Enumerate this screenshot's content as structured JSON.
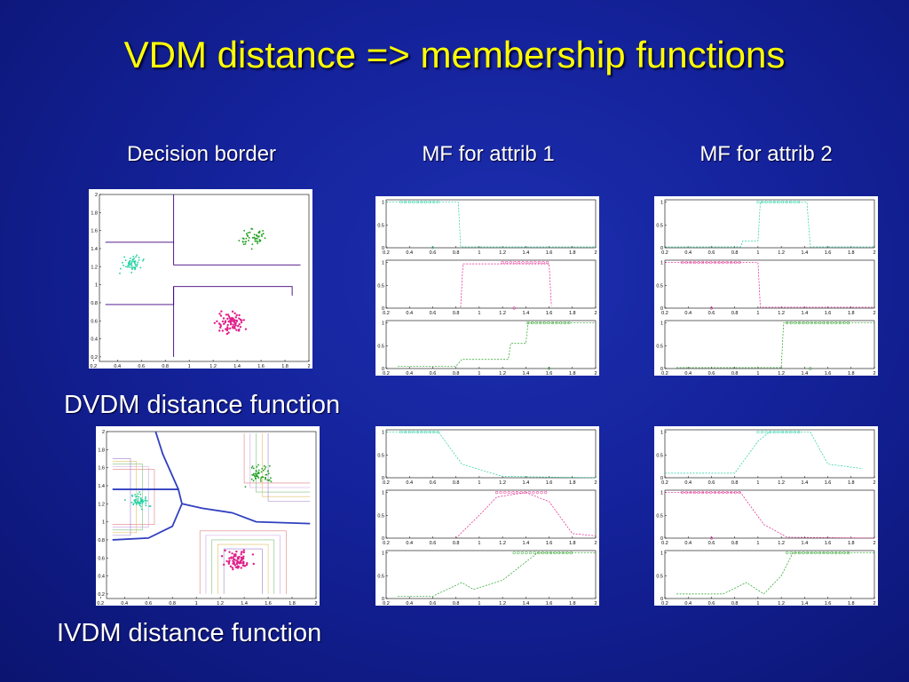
{
  "title": "VDM distance => membership functions",
  "column_headers": {
    "decision_border": "Decision border",
    "mf_attrib1": "MF for attrib 1",
    "mf_attrib2": "MF for attrib 2"
  },
  "row_labels": {
    "dvdm": "DVDM distance function",
    "ivdm": "IVDM distance function"
  },
  "colors": {
    "background": "#14229a",
    "title": "#ffff00",
    "text": "#ffffff",
    "class_cyan": "#20d0a0",
    "class_magenta": "#e0208a",
    "class_green": "#20a020",
    "border_line": "#400080"
  },
  "scatter_axes": {
    "x_ticks": [
      "0.2",
      "0.4",
      "0.6",
      "0.8",
      "1",
      "1.2",
      "1.4",
      "1.6",
      "1.8",
      "2"
    ],
    "y_ticks": [
      "0.2",
      "0.4",
      "0.6",
      "0.8",
      "1",
      "1.2",
      "1.4",
      "1.6",
      "1.8",
      "2"
    ]
  },
  "mf_axes": {
    "x_ticks": [
      "0.2",
      "0.4",
      "0.6",
      "0.8",
      "1",
      "1.2",
      "1.4",
      "1.6",
      "1.8",
      "2"
    ],
    "y_ticks": [
      "0",
      "0.5",
      "1"
    ]
  }
}
